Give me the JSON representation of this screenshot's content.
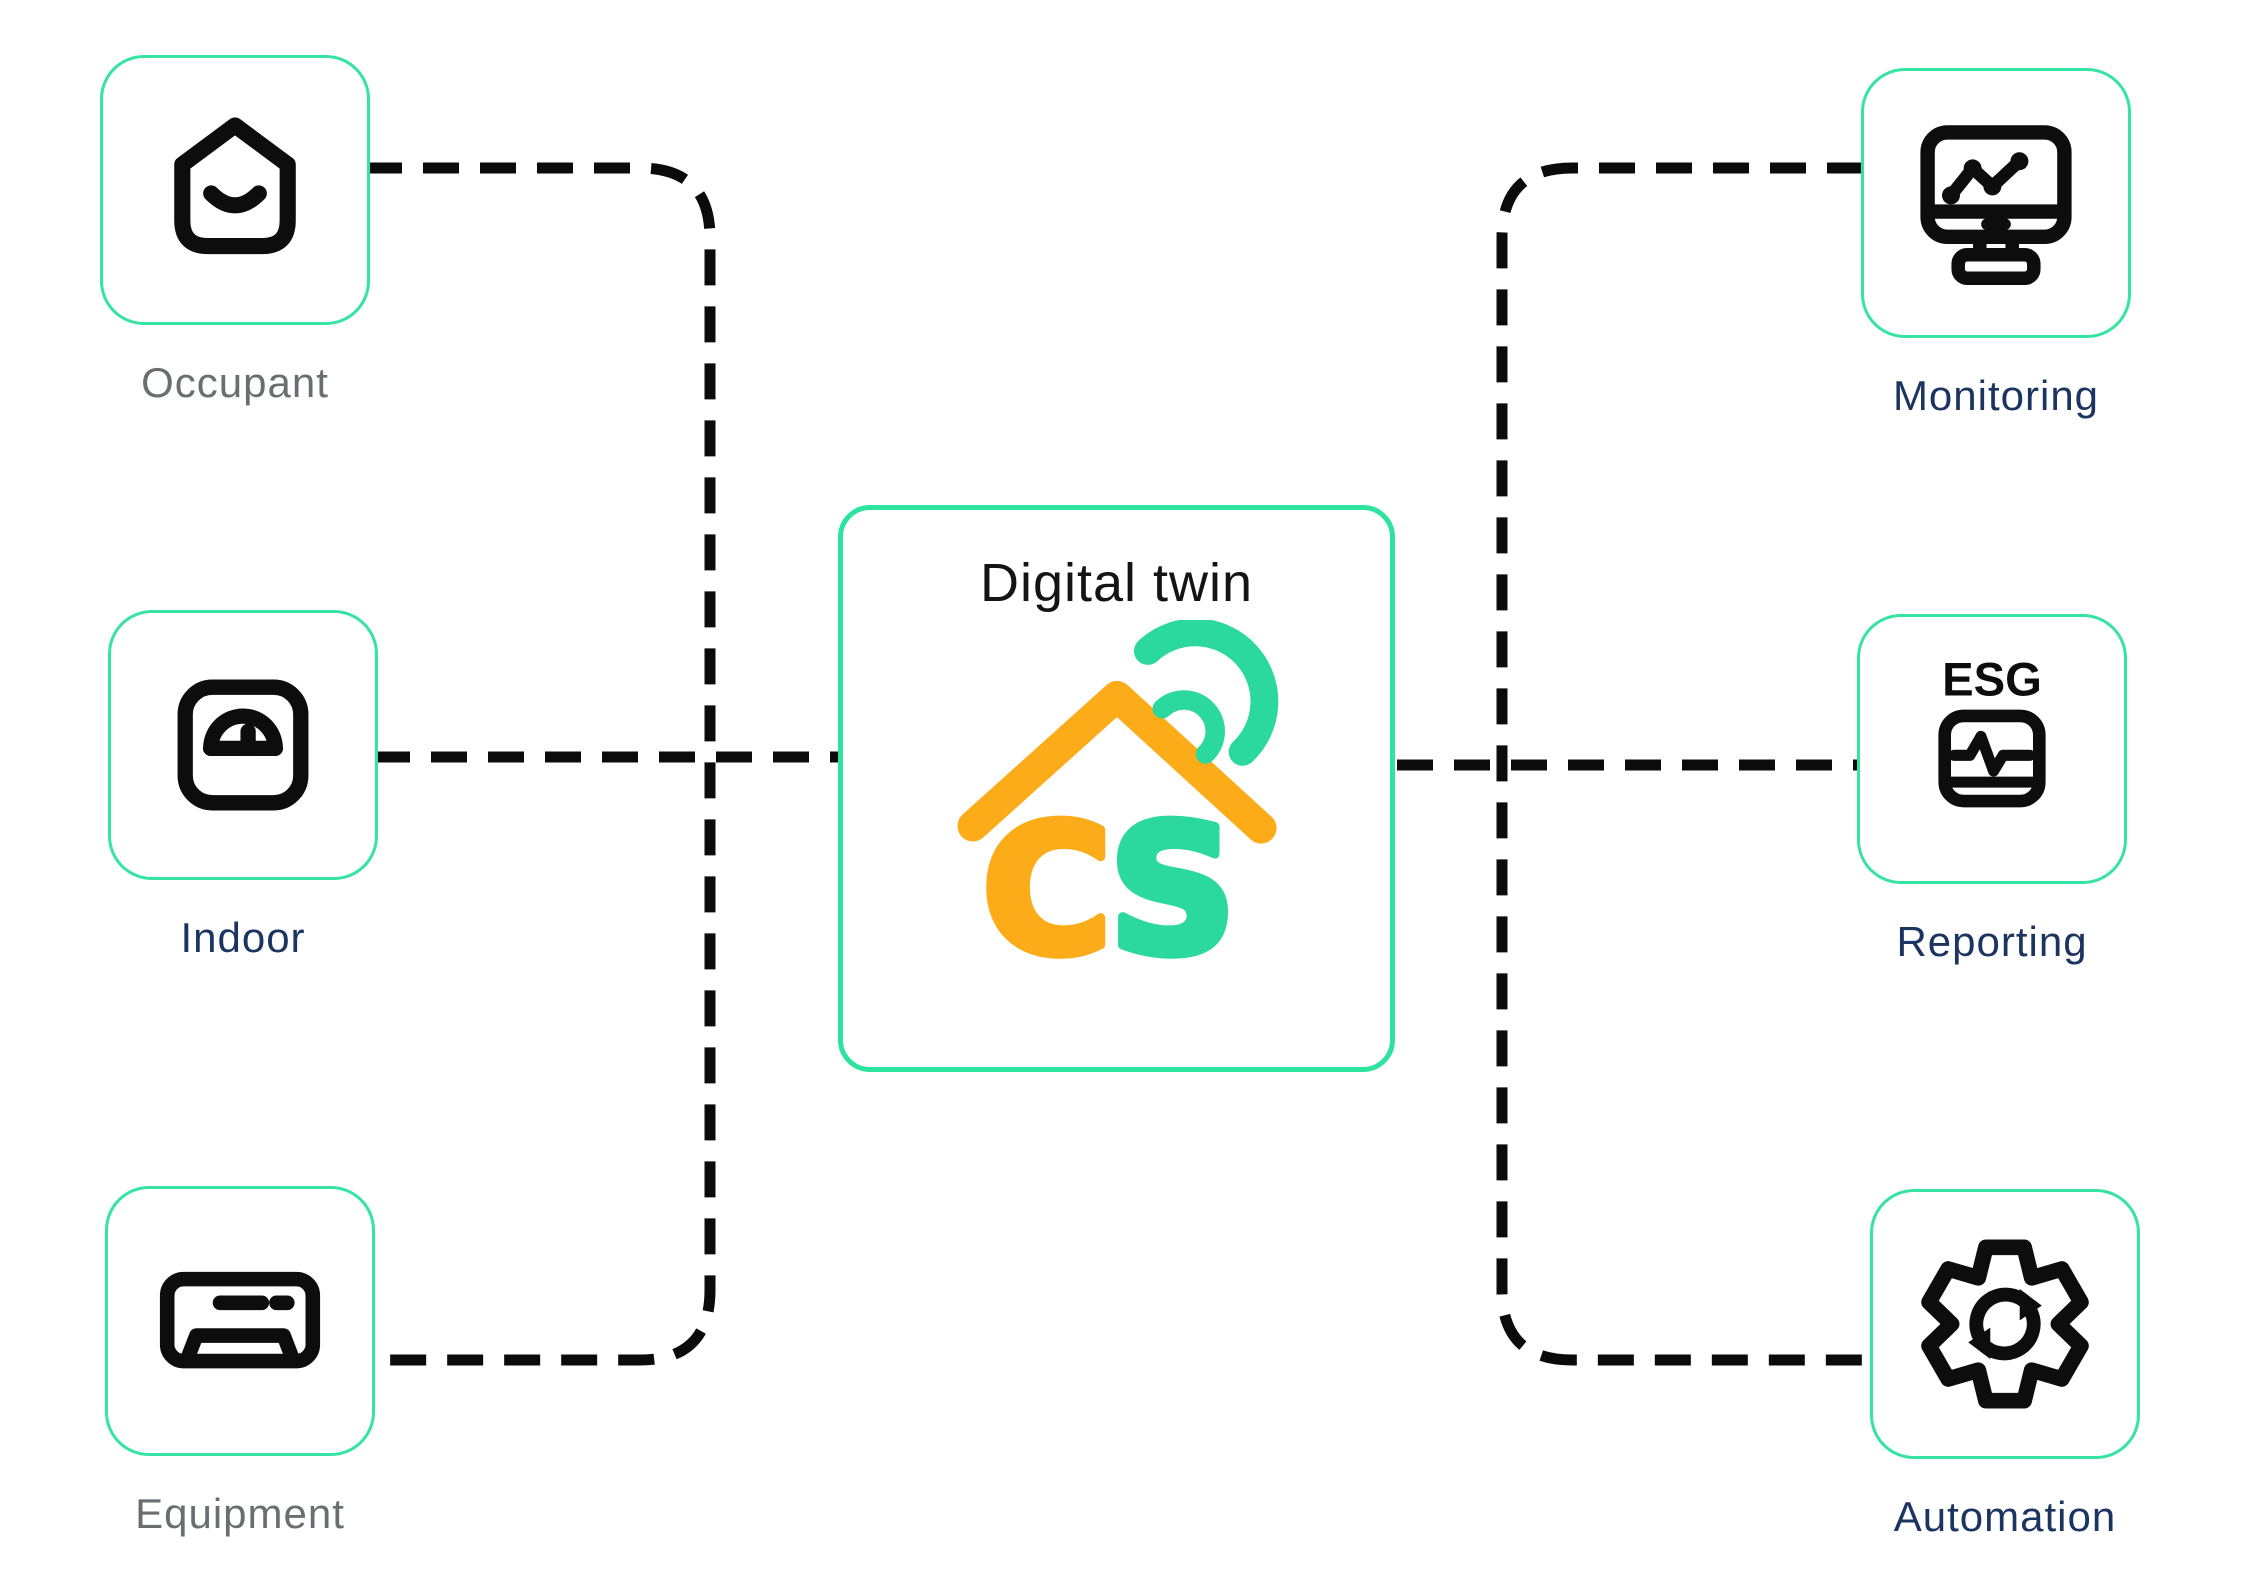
{
  "diagram": {
    "colors": {
      "background": "#ffffff",
      "node_border_green": "#35e3a3",
      "center_border_green": "#2ee2a0",
      "connector_black": "#0b0b0b",
      "icon_stroke_black": "#0d0d0d",
      "label_navy": "#1c3560",
      "label_gray": "#6a6e71",
      "logo_orange": "#fbac18",
      "logo_green": "#2bd99e",
      "title_black": "#141414"
    },
    "center_node": {
      "title": "Digital twin",
      "logo": {
        "letter_c": "C",
        "letter_s": "S"
      }
    },
    "input_nodes": [
      {
        "label": "Occupant",
        "icon": "house-smile-icon"
      },
      {
        "label": "Indoor",
        "icon": "weighing-scale-icon"
      },
      {
        "label": "Equipment",
        "icon": "air-conditioner-icon"
      }
    ],
    "output_nodes": [
      {
        "label": "Monitoring",
        "icon": "monitor-chart-icon"
      },
      {
        "label": "Reporting",
        "icon": "esg-report-icon",
        "icon_text": "ESG"
      },
      {
        "label": "Automation",
        "icon": "gear-sync-icon"
      }
    ]
  }
}
